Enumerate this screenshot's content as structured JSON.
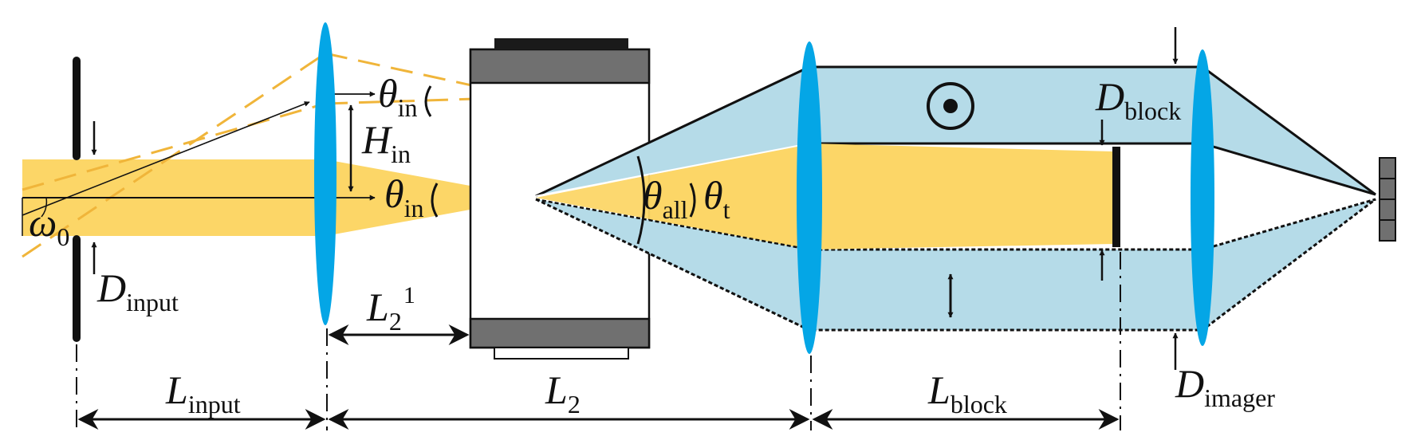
{
  "colors": {
    "beam": "#fcd667",
    "beam_dashed": "#f0b53a",
    "lens": "#04a6e6",
    "shadow_region": "#b5dbe8",
    "mount": "#707070",
    "ink": "#111111"
  },
  "labels": {
    "omega0": {
      "main": "ω",
      "sub": "0"
    },
    "theta_in_upper": {
      "main": "θ",
      "sub": "in"
    },
    "theta_in_lower": {
      "main": "θ",
      "sub": "in"
    },
    "h_in": {
      "main": "H",
      "sub": "in"
    },
    "d_input": {
      "main": "D",
      "sub": "input"
    },
    "l2_1": {
      "main": "L",
      "sub": "2",
      "sup": "1"
    },
    "theta_all": {
      "main": "θ",
      "sub": "all"
    },
    "theta_t": {
      "main": "θ",
      "sub": "t"
    },
    "d_block": {
      "main": "D",
      "sub": "block"
    },
    "d_imager": {
      "main": "D",
      "sub": "imager"
    },
    "l_input": {
      "main": "L",
      "sub": "input"
    },
    "l2": {
      "main": "L",
      "sub": "2"
    },
    "l_block": {
      "main": "L",
      "sub": "block"
    }
  }
}
